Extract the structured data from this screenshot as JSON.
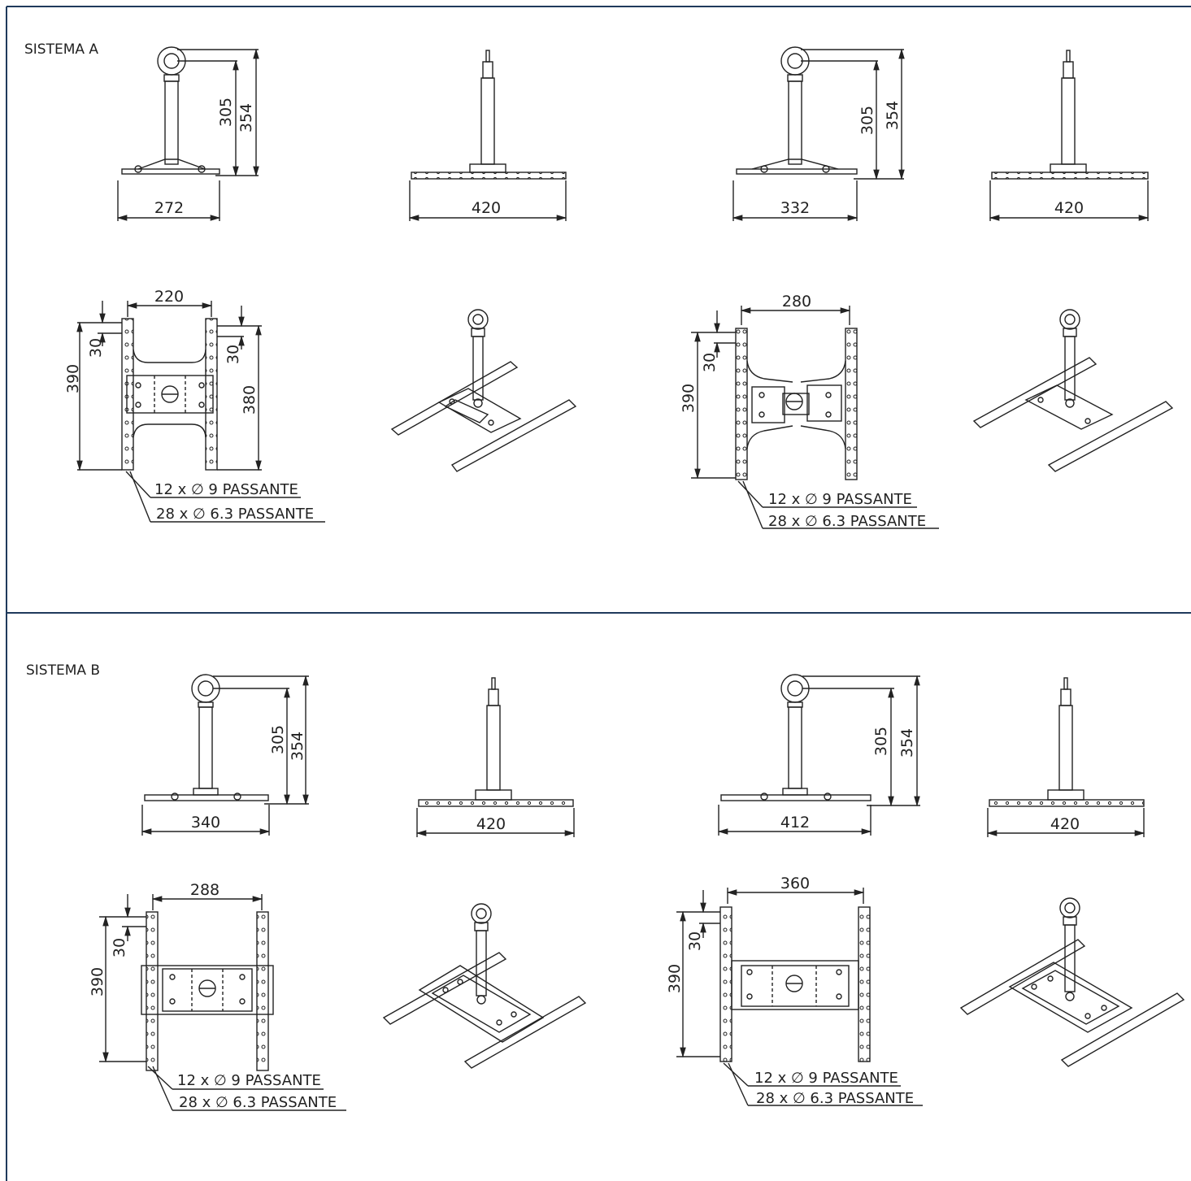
{
  "colors": {
    "frame": "#1f3a5c",
    "line": "#222222"
  },
  "sections": [
    {
      "label": "SISTEMA A",
      "side_views": [
        {
          "height_inner": "305",
          "height_total": "354",
          "width": "272"
        },
        {
          "width": "420"
        },
        {
          "height_inner": "305",
          "height_total": "354",
          "width": "332"
        },
        {
          "width": "420"
        }
      ],
      "plans": [
        {
          "width": "220",
          "left_offset": "30",
          "right_offset": "30",
          "left_height": "390",
          "right_height": "380",
          "note1": "12 x ∅ 9 PASSANTE",
          "note2": "28 x ∅  6.3 PASSANTE"
        },
        {
          "width": "280",
          "left_offset": "30",
          "left_height": "390",
          "note1": "12 x ∅ 9 PASSANTE",
          "note2": "28 x ∅  6.3 PASSANTE"
        }
      ]
    },
    {
      "label": "SISTEMA B",
      "side_views": [
        {
          "height_inner": "305",
          "height_total": "354",
          "width": "340"
        },
        {
          "width": "420"
        },
        {
          "height_inner": "305",
          "height_total": "354",
          "width": "412"
        },
        {
          "width": "420"
        }
      ],
      "plans": [
        {
          "width": "288",
          "left_offset": "30",
          "left_height": "390",
          "note1": "12 x ∅ 9 PASSANTE",
          "note2": "28 x ∅  6.3 PASSANTE"
        },
        {
          "width": "360",
          "left_offset": "30",
          "left_height": "390",
          "note1": "12 x ∅ 9 PASSANTE",
          "note2": "28 x ∅  6.3 PASSANTE"
        }
      ]
    }
  ]
}
